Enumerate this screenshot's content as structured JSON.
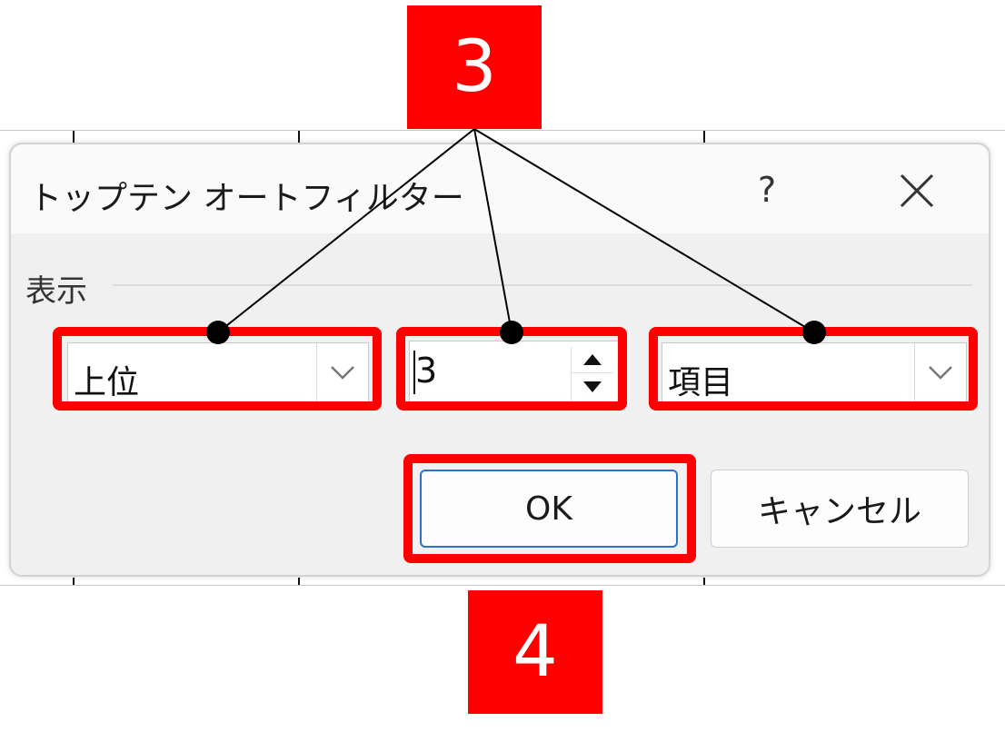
{
  "dialog": {
    "title": "トップテン オートフィルター",
    "help_label": "?",
    "close_icon": "close-icon"
  },
  "group": {
    "label": "表示"
  },
  "fields": {
    "rank_value": "上位",
    "count_value": "3",
    "unit_value": "項目"
  },
  "buttons": {
    "ok_label": "OK",
    "cancel_label": "キャンセル"
  },
  "annotations": {
    "step3_label": "3",
    "step4_label": "4",
    "highlight_color": "#ff0000"
  },
  "colors": {
    "dialog_bg": "#f0f0f0",
    "ok_border": "#2b70c9"
  }
}
